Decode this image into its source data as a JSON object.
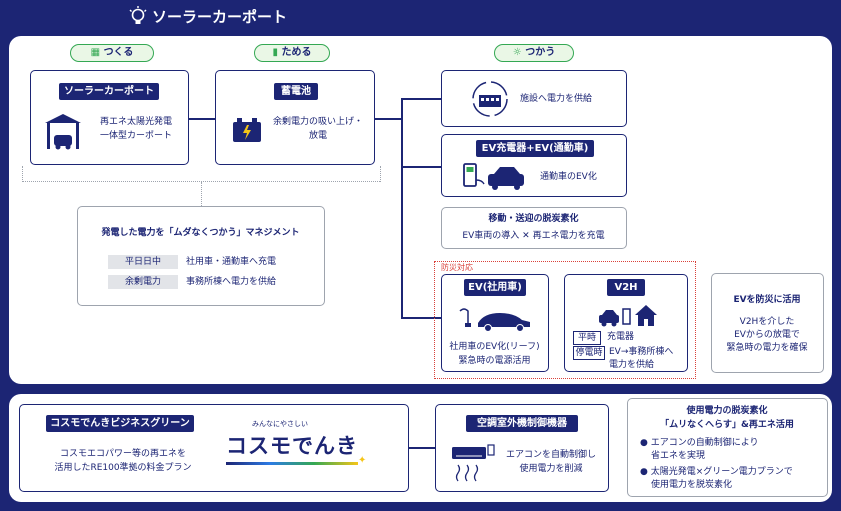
{
  "title": "ソーラーカーポート",
  "tags": {
    "make": "つくる",
    "store": "ためる",
    "use": "つかう"
  },
  "solar": {
    "label": "ソーラーカーポート",
    "desc1": "再エネ太陽光発電",
    "desc2": "一体型カーポート"
  },
  "battery": {
    "label": "蓄電池",
    "desc1": "余剰電力の吸い上げ・",
    "desc2": "放電"
  },
  "facility": {
    "desc": "施設へ電力を供給"
  },
  "ev_charger": {
    "label": "EV充電器+EV(通勤車)",
    "desc": "通勤車のEV化"
  },
  "mobility": {
    "title": "移動・送迎の脱炭素化",
    "left": "EV車両の導入",
    "cross": "✕",
    "right": "再エネ電力を充電"
  },
  "management": {
    "title": "発電した電力を「ムダなくつかう」マネジメント",
    "rows": [
      {
        "key": "平日日中",
        "value": "社用車・通勤車へ充電"
      },
      {
        "key": "余剰電力",
        "value": "事務所棟へ電力を供給"
      }
    ]
  },
  "disaster": {
    "label": "防災対応",
    "ev_company": {
      "label": "EV(社用車)",
      "desc1": "社用車のEV化(リーフ)",
      "desc2": "緊急時の電源活用"
    },
    "v2h": {
      "label": "V2H",
      "normal_key": "平時",
      "normal_value": "充電器",
      "outage_key": "停電時",
      "outage_value1": "EV→事務所棟へ",
      "outage_value2": "電力を供給"
    }
  },
  "ev_disaster": {
    "title": "EVを防災に活用",
    "desc1": "V2Hを介した",
    "desc2": "EVからの放電で",
    "desc3": "緊急時の電力を確保"
  },
  "cosmo": {
    "label": "コスモでんきビジネスグリーン",
    "desc1": "コスモエコパワー等の再エネを",
    "desc2": "活用したRE100準拠の料金プラン",
    "logo_small": "みんなにやさしい",
    "logo_main": "コスモでんき"
  },
  "aircon": {
    "label": "空調室外機制御機器",
    "desc1": "エアコンを自動制御し",
    "desc2": "使用電力を削減"
  },
  "decarb": {
    "title1": "使用電力の脱炭素化",
    "title2": "「ムリなくへらす」&再エネ活用",
    "bullet1a": "● エアコンの自動制御により",
    "bullet1b": "省エネを実現",
    "bullet2a": "● 太陽光発電×グリーン電力プランで",
    "bullet2b": "使用電力を脱炭素化"
  },
  "colors": {
    "navy": "#1c2574",
    "green": "#34a853",
    "red": "#d9413a",
    "gray": "#9ea4ae"
  }
}
